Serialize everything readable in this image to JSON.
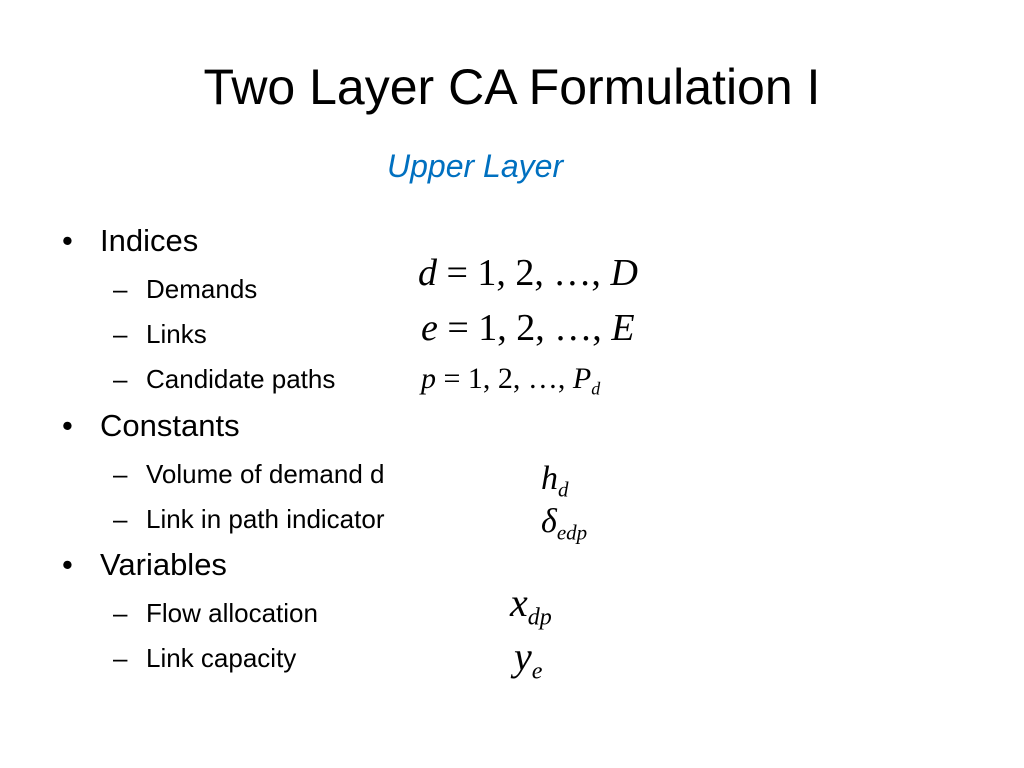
{
  "slide": {
    "title": "Two Layer CA Formulation I",
    "subtitle": "Upper Layer",
    "sections": [
      {
        "label": "Indices",
        "items": [
          "Demands",
          "Links",
          "Candidate paths"
        ]
      },
      {
        "label": "Constants",
        "items": [
          "Volume of demand d",
          "Link in path indicator"
        ]
      },
      {
        "label": "Variables",
        "items": [
          "Flow allocation",
          "Link capacity"
        ]
      }
    ],
    "formulas": {
      "demands": {
        "var": "d",
        "range": " = 1, 2, …, ",
        "upper": "D"
      },
      "links": {
        "var": "e",
        "range": " = 1, 2, …, ",
        "upper": "E"
      },
      "paths": {
        "var": "p",
        "range": " = 1, 2, …, ",
        "upper": "P",
        "upper_sub": "d"
      },
      "volume": {
        "symbol": "h",
        "sub": "d"
      },
      "indicator": {
        "symbol": "δ",
        "sub": "edp"
      },
      "flow": {
        "symbol": "x",
        "sub": "dp"
      },
      "capacity": {
        "symbol": "y",
        "sub": "e"
      }
    },
    "colors": {
      "subtitle": "#0070c0",
      "text": "#000000"
    }
  }
}
